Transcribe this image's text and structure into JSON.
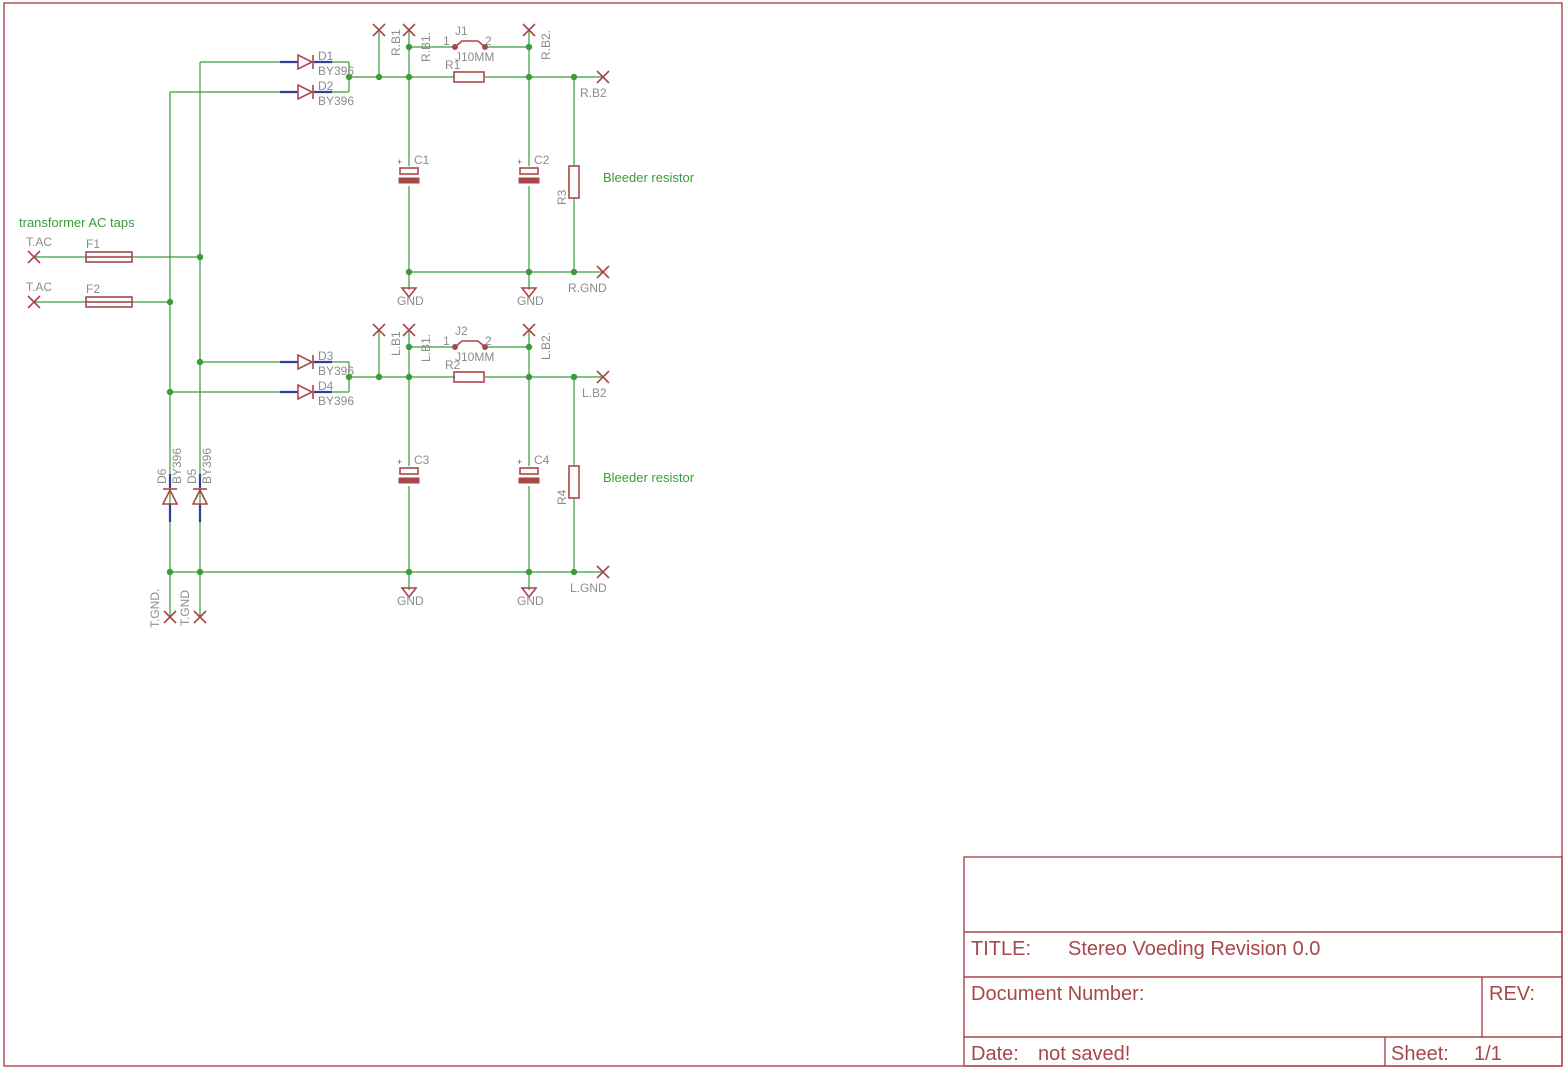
{
  "notes": {
    "transformer": "transformer AC taps",
    "bleeder_r": "Bleeder resistor",
    "bleeder_l": "Bleeder resistor"
  },
  "nets": {
    "tac1": "T.AC",
    "tac2": "T.AC",
    "rb1a": "R.B1",
    "rb1b": "R.B1.",
    "rb2a": "R.B2.",
    "rb2out": "R.B2",
    "rgnd": "R.GND",
    "lb1a": "L.B1",
    "lb1b": "L.B1.",
    "lb2a": "L.B2.",
    "lb2out": "L.B2",
    "lgnd": "L.GND",
    "tgnd1": "T.GND.",
    "tgnd2": "T.GND",
    "gnd": "GND"
  },
  "parts": {
    "f1": "F1",
    "f2": "F2",
    "d1": "D1",
    "d2": "D2",
    "d3": "D3",
    "d4": "D4",
    "d5": "D5",
    "d6": "D6",
    "diode_value": "BY396",
    "r1": "R1",
    "r2": "R2",
    "r3": "R3",
    "r4": "R4",
    "c1": "C1",
    "c2": "C2",
    "c3": "C3",
    "c4": "C4",
    "j1": "J1",
    "j2": "J2",
    "jumper_value": "J10MM",
    "pin1": "1",
    "pin2": "2",
    "plus": "+"
  },
  "title_block": {
    "title_label": "TITLE:",
    "title_value": "Stereo Voeding Revision 0.0",
    "docnum_label": "Document Number:",
    "rev_label": "REV:",
    "date_label": "Date:",
    "date_value": "not saved!",
    "sheet_label": "Sheet:",
    "sheet_value": "1/1"
  },
  "colors": {
    "wire": "#3a9d3a",
    "symbol": "#a8474a",
    "net_label": "#8c8c8c"
  }
}
